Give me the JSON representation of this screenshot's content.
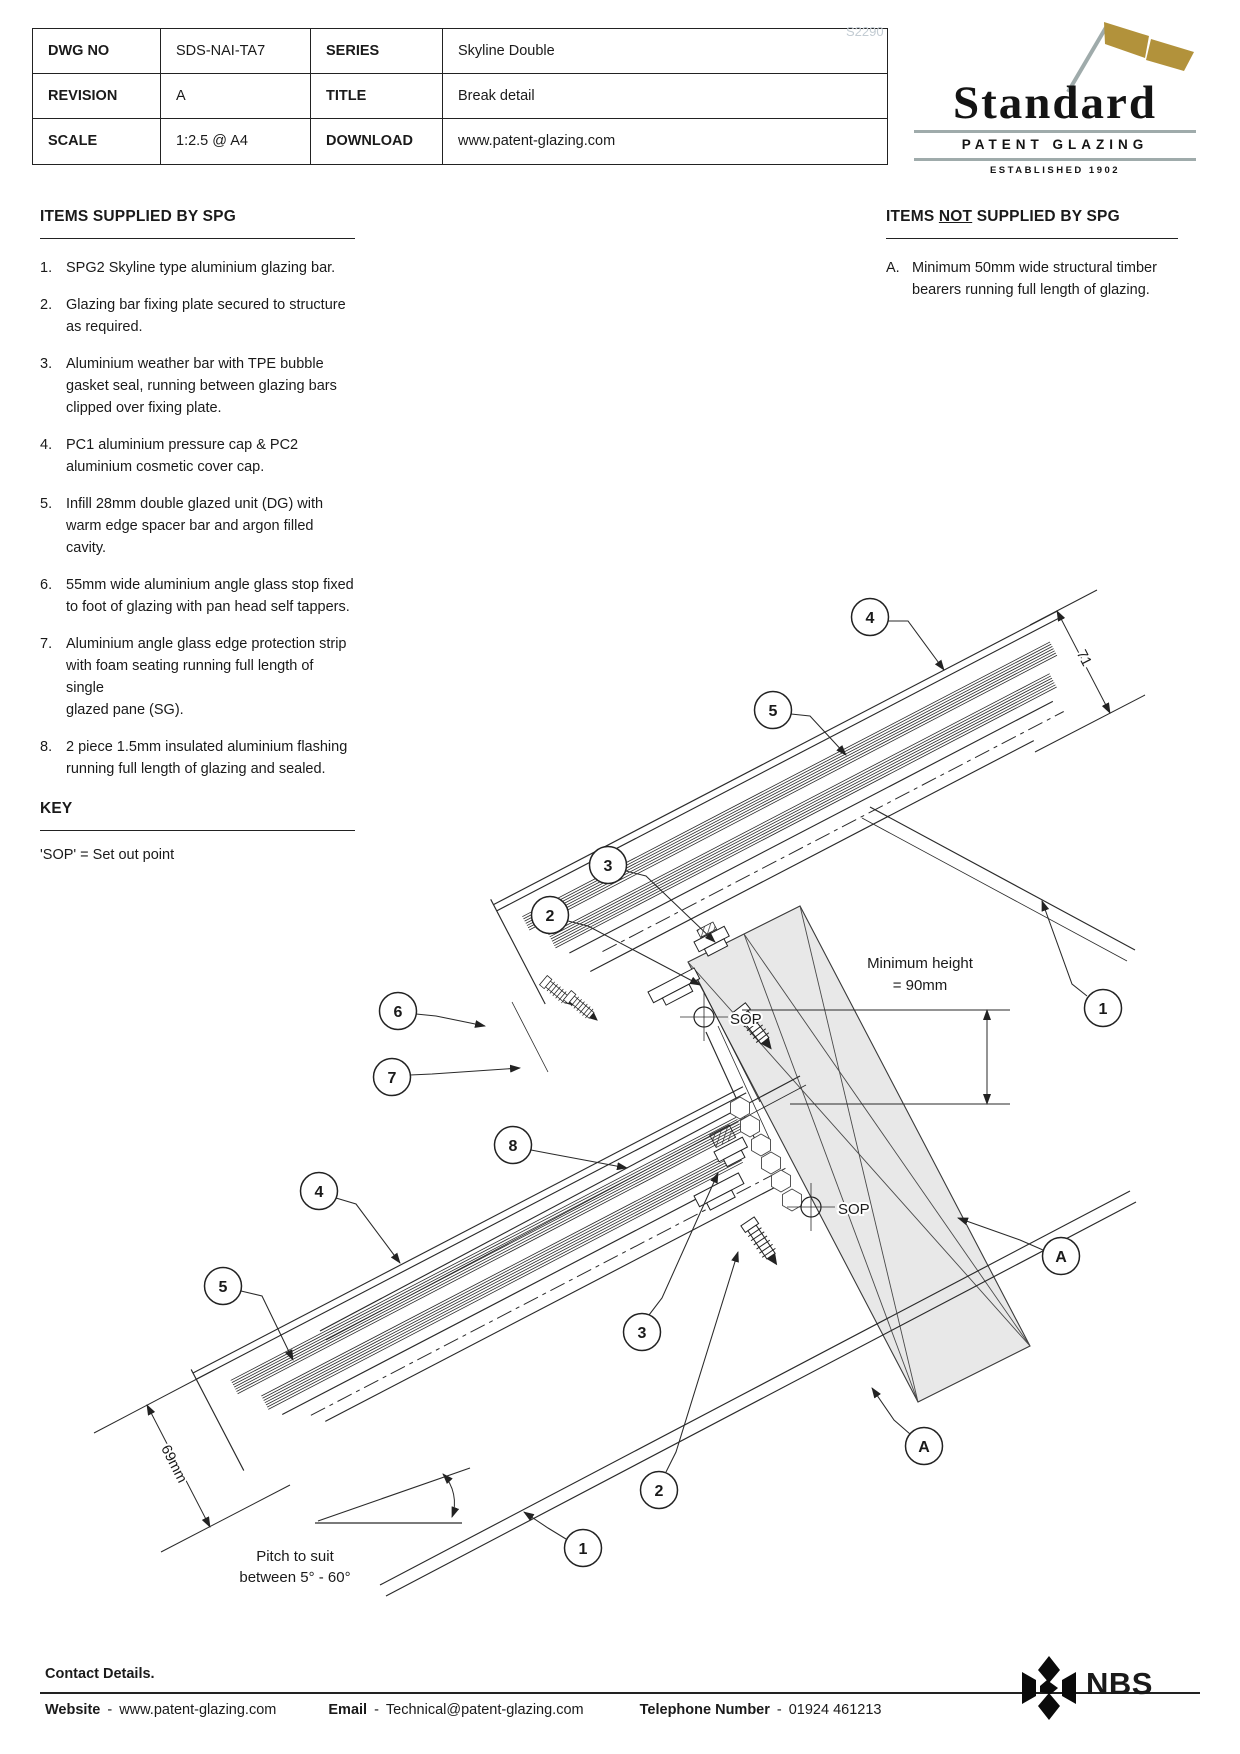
{
  "title_block": {
    "rows": [
      {
        "label1": "DWG NO",
        "value1": "SDS-NAI-TA7",
        "label2": "SERIES",
        "value2": "Skyline Double"
      },
      {
        "label1": "REVISION",
        "value1": "A",
        "label2": "TITLE",
        "value2": "Break detail"
      },
      {
        "label1": "SCALE",
        "value1": "1:2.5 @ A4",
        "label2": "DOWNLOAD",
        "value2": "www.patent-glazing.com"
      }
    ]
  },
  "watermark": "S2290",
  "logo": {
    "name": "Standard",
    "subtitle": "PATENT GLAZING",
    "established": "ESTABLISHED 1902",
    "flag_color": "#b2923b",
    "rule_color": "#9fabab"
  },
  "items_supplied": {
    "heading": "ITEMS SUPPLIED BY SPG",
    "items": [
      {
        "num": "1.",
        "text": "SPG2 Skyline type aluminium glazing bar."
      },
      {
        "num": "2.",
        "text": "Glazing bar fixing plate secured to structure\nas required."
      },
      {
        "num": "3.",
        "text": "Aluminium weather bar with TPE bubble\ngasket seal, running between glazing bars\nclipped over fixing plate."
      },
      {
        "num": "4.",
        "text": "PC1 aluminium pressure cap & PC2\naluminium cosmetic cover cap."
      },
      {
        "num": "5.",
        "text": "Infill 28mm double glazed unit (DG) with\nwarm edge spacer bar and argon filled cavity."
      },
      {
        "num": "6.",
        "text": "55mm wide aluminium angle glass stop fixed\nto foot of glazing with pan head self tappers."
      },
      {
        "num": "7.",
        "text": "Aluminium angle glass edge protection strip\nwith foam seating running full length of single\nglazed pane (SG)."
      },
      {
        "num": "8.",
        "text": "2 piece 1.5mm insulated aluminium flashing\nrunning full length of glazing and sealed."
      }
    ]
  },
  "items_not_supplied": {
    "heading_pre": "ITEMS ",
    "heading_not": "NOT",
    "heading_post": " SUPPLIED BY SPG",
    "items": [
      {
        "num": "A.",
        "text": "Minimum 50mm wide structural timber\nbearers running full length of glazing."
      }
    ]
  },
  "key": {
    "heading": "KEY",
    "entry": "'SOP' = Set out point"
  },
  "drawing": {
    "callouts": [
      "4",
      "5",
      "3",
      "2",
      "6",
      "7",
      "8",
      "1",
      "4",
      "5",
      "3",
      "A",
      "A",
      "2",
      "1"
    ],
    "sop1": "SOP",
    "sop2": "SOP",
    "dim71": "71",
    "dim69": "69mm",
    "min_height_1": "Minimum height",
    "min_height_2": "= 90mm",
    "pitch_1": "Pitch to suit",
    "pitch_2": "between 5° - 60°"
  },
  "footer": {
    "heading": "Contact Details.",
    "website_label": "Website",
    "website": "www.patent-glazing.com",
    "email_label": "Email",
    "email": "Technical@patent-glazing.com",
    "phone_label": "Telephone Number",
    "phone": "01924 461213",
    "sep": "-",
    "nbs": "NBS"
  }
}
